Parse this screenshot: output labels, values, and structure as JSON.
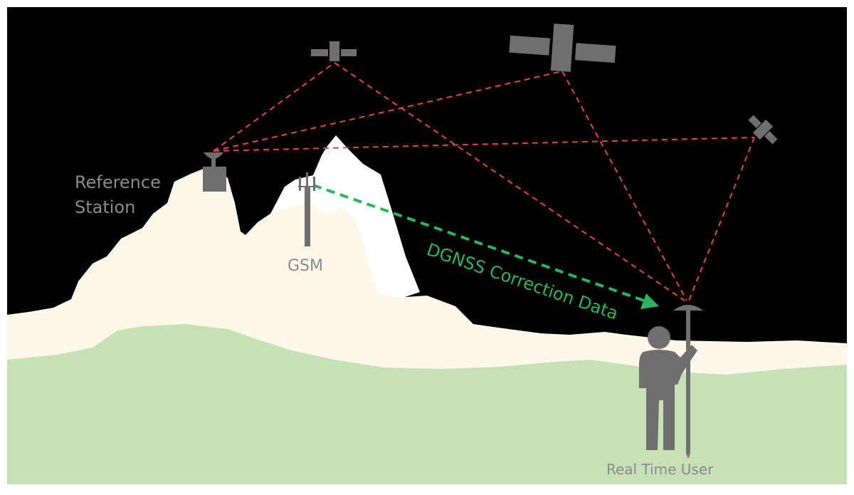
{
  "labels": {
    "reference_station": [
      "Reference",
      "Station"
    ],
    "gsm": "GSM",
    "correction_link": "DGNSS Correction Data",
    "real_time_user": "Real Time User"
  },
  "colors": {
    "sky": "#000000",
    "snow": "#ffffff",
    "sand": "#fdf8ea",
    "grass": "#c8e0b6",
    "equipment": "#6f6f6f",
    "signal_dashed": "#e0454f",
    "correction_arrow": "#2ab65c",
    "label_text": "#8a8a8a"
  },
  "icons": [
    "satellite-icon",
    "antenna-dish-icon",
    "cell-tower-icon",
    "person-icon",
    "gnss-rover-pole-icon"
  ]
}
